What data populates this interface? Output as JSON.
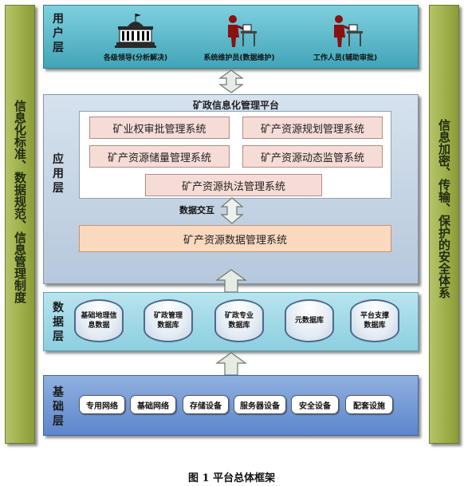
{
  "left_pillar": {
    "text": "信息化标准、数据规范、信息管理制度"
  },
  "right_pillar": {
    "text": "信息加密、传输、保护的安全体系"
  },
  "user_layer": {
    "title": "用户层",
    "roles": [
      {
        "label": "各级领导(分析解决)",
        "icon": "government-building-icon"
      },
      {
        "label": "系统维护员(数据维护)",
        "icon": "maintainer-person-icon"
      },
      {
        "label": "工作人员(辅助审批)",
        "icon": "staff-person-icon"
      }
    ]
  },
  "app_layer": {
    "title": "应用层",
    "platform_title": "矿政信息化管理平台",
    "systems": [
      "矿业权审批管理系统",
      "矿产资源规划管理系统",
      "矿产资源储量管理系统",
      "矿产资源动态监管系统",
      "矿产资源执法管理系统"
    ],
    "exchange_label": "数据交互",
    "data_system": "矿产资源数据管理系统"
  },
  "data_layer": {
    "title": "数据层",
    "databases": [
      "基础地理信息数据",
      "矿政管理数据库",
      "矿政专业数据库",
      "元数据库",
      "平台支撑数据库"
    ]
  },
  "base_layer": {
    "title": "基础层",
    "items": [
      "专用网络",
      "基础网络",
      "存储设备",
      "服务器设备",
      "安全设备",
      "配套设施"
    ]
  },
  "caption": "图 1 平台总体框架",
  "colors": {
    "pillar": "#9cad47",
    "user_layer": "#41a5b8",
    "app_layer": "#c6d5e6",
    "data_layer": "#a3dae7",
    "base_layer": "#6f95d6",
    "system_box": "#f6dcd6",
    "data_system_box": "#fbd9bf"
  }
}
